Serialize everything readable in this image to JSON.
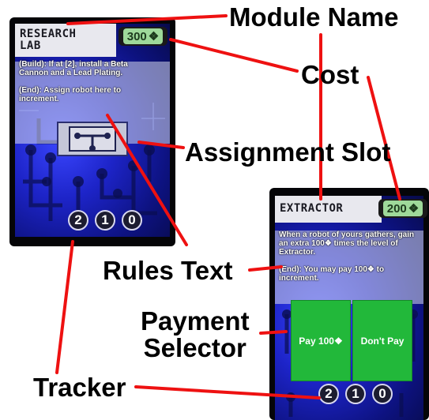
{
  "cards": [
    {
      "title": "RESEARCH\nLAB",
      "cost": "300",
      "rules": [
        "(Build): If at [2], install a Beta Cannon and a Lead Plating.",
        "(End): Assign robot here to increment."
      ],
      "tracker": [
        "2",
        "1",
        "0"
      ]
    },
    {
      "title": "EXTRACTOR",
      "cost": "200",
      "rules": [
        "When a robot of yours gathers, gain an extra 100❖ times the level of Extractor.",
        "(End): You may pay 100❖ to increment."
      ],
      "pay_button": "Pay 100❖",
      "dont_pay_button": "Don't Pay",
      "tracker": [
        "2",
        "1",
        "0"
      ]
    }
  ],
  "cost_icon": "❖",
  "labels": {
    "module_name": "Module Name",
    "cost": "Cost",
    "assignment_slot": "Assignment Slot",
    "rules_text": "Rules Text",
    "payment_selector_line1": "Payment",
    "payment_selector_line2": "Selector",
    "tracker": "Tracker"
  },
  "colors": {
    "callout_line": "#ee1111",
    "cost_badge": "#9ed99a",
    "pay_button": "#22b83a",
    "card_art": "#1d24c8"
  }
}
